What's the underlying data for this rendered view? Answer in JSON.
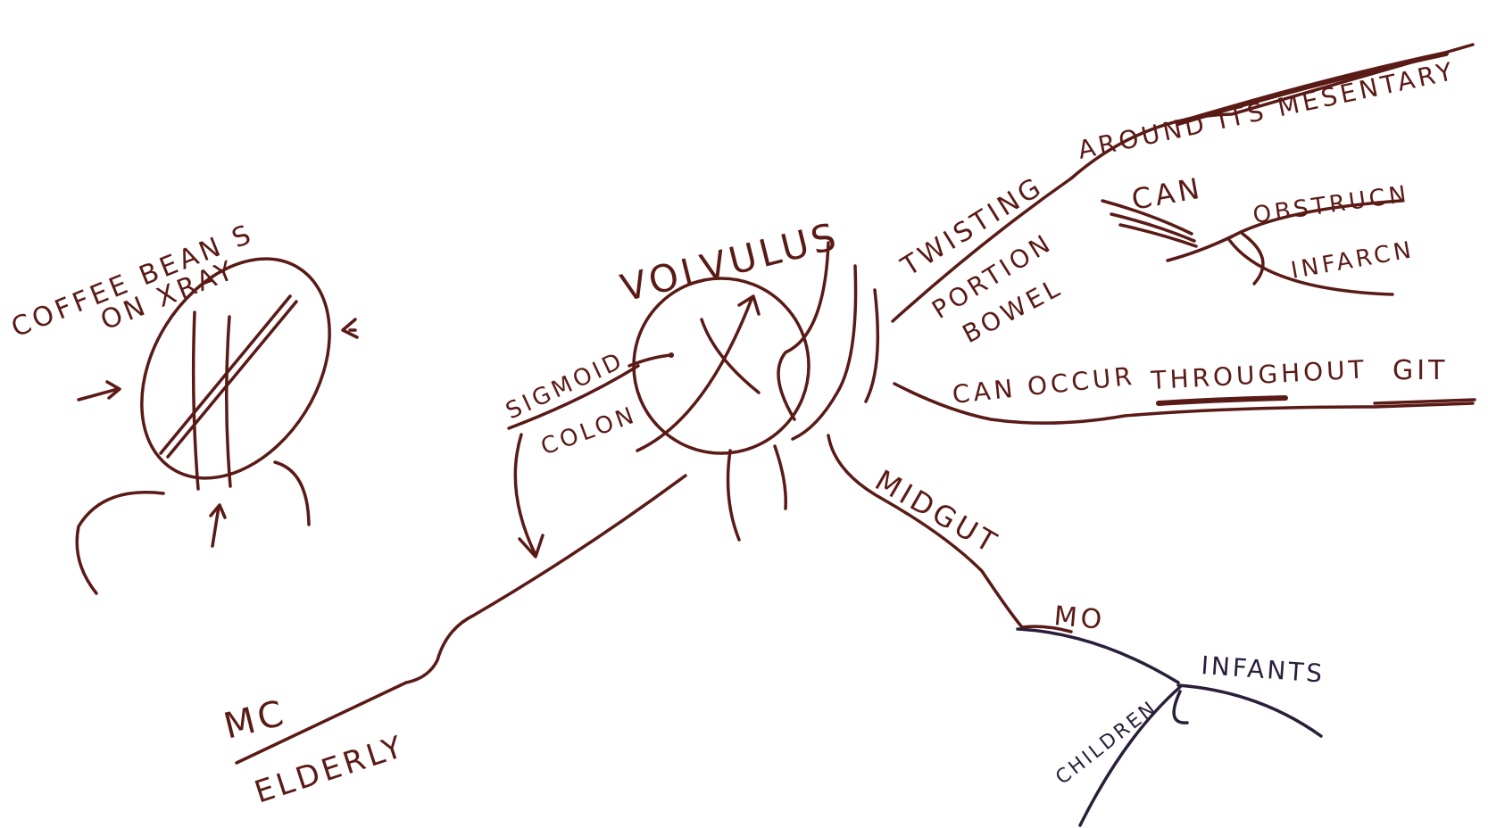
{
  "colors": {
    "ink": "#5a1a16",
    "ink_dark": "#2a1e3a",
    "paper": "#ffffff"
  },
  "center": {
    "label": "VOLVULUS"
  },
  "coffee_bean": {
    "line1": "COFFEE BEAN S",
    "line2": "ON XRAY"
  },
  "sigmoid": {
    "line1": "SIGMOID",
    "line2": "COLON"
  },
  "mc": {
    "label": "MC",
    "sub": "ELDERLY"
  },
  "twisting": {
    "line1": "TWISTING",
    "line2": "AROUND ITS MESENTARY"
  },
  "portion": {
    "line1": "PORTION",
    "line2": "BOWEL"
  },
  "can_branch": {
    "label": "CAN",
    "upper": "OBSTRUCN",
    "lower": "INFARCN"
  },
  "occur": {
    "part1": "CAN OCCUR",
    "part2": "THROUGHOUT",
    "part3": "GIT"
  },
  "midgut": {
    "label": "MIDGUT",
    "mo": "MO",
    "infants": "INFANTS",
    "children": "CHILDREN"
  }
}
